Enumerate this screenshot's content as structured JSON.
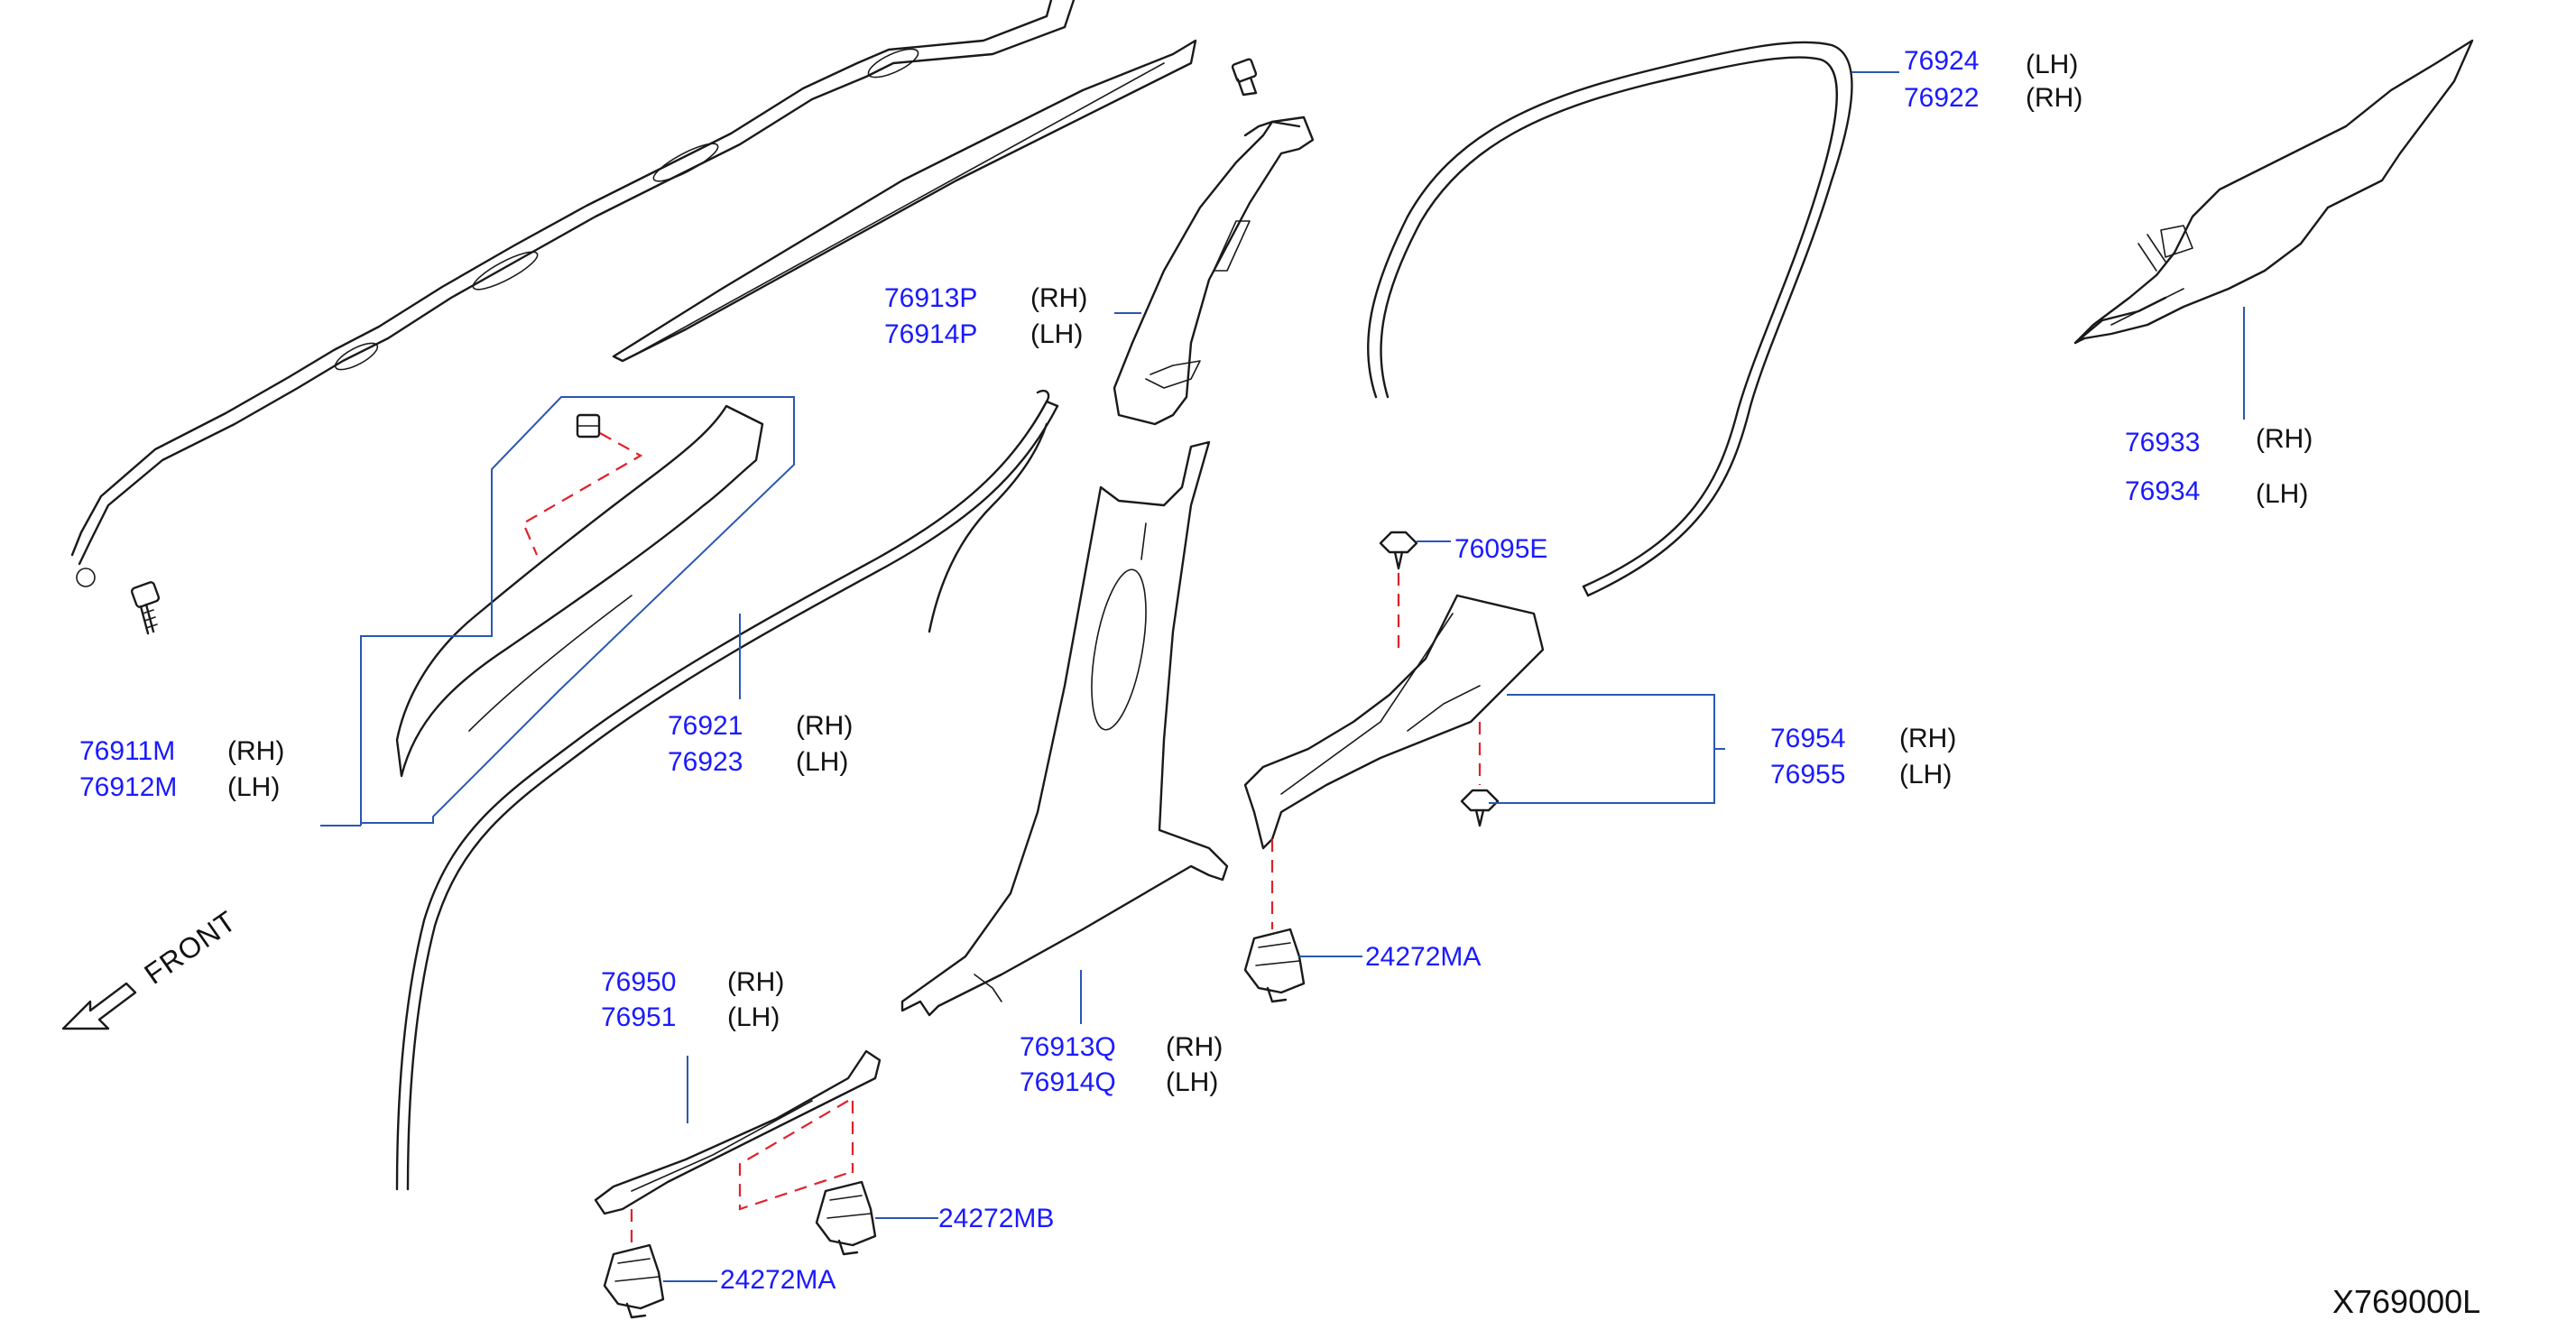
{
  "diagram_id": "X769000L",
  "front_label": "FRONT",
  "callouts": [
    {
      "key": "c1",
      "parts": [
        {
          "number": "76924",
          "side": "(LH)"
        },
        {
          "number": "76922",
          "side": "(RH)"
        }
      ]
    },
    {
      "key": "c2",
      "parts": [
        {
          "number": "76913P",
          "side": "(RH)"
        },
        {
          "number": "76914P",
          "side": "(LH)"
        }
      ]
    },
    {
      "key": "c3",
      "parts": [
        {
          "number": "76933",
          "side": "(RH)"
        },
        {
          "number": "76934",
          "side": "(LH)"
        }
      ]
    },
    {
      "key": "c4",
      "parts": [
        {
          "number": "76095E",
          "side": ""
        }
      ]
    },
    {
      "key": "c5",
      "parts": [
        {
          "number": "76921",
          "side": "(RH)"
        },
        {
          "number": "76923",
          "side": "(LH)"
        }
      ]
    },
    {
      "key": "c6",
      "parts": [
        {
          "number": "76911M",
          "side": "(RH)"
        },
        {
          "number": "76912M",
          "side": "(LH)"
        }
      ]
    },
    {
      "key": "c7",
      "parts": [
        {
          "number": "76954",
          "side": "(RH)"
        },
        {
          "number": "76955",
          "side": "(LH)"
        }
      ]
    },
    {
      "key": "c8",
      "parts": [
        {
          "number": "24272MA",
          "side": ""
        }
      ]
    },
    {
      "key": "c9",
      "parts": [
        {
          "number": "76950",
          "side": "(RH)"
        },
        {
          "number": "76951",
          "side": "(LH)"
        }
      ]
    },
    {
      "key": "c10",
      "parts": [
        {
          "number": "76913Q",
          "side": "(RH)"
        },
        {
          "number": "76914Q",
          "side": "(LH)"
        }
      ]
    },
    {
      "key": "c11",
      "parts": [
        {
          "number": "24272MB",
          "side": ""
        }
      ]
    },
    {
      "key": "c12",
      "parts": [
        {
          "number": "24272MA",
          "side": ""
        }
      ]
    }
  ],
  "colors": {
    "part_number": "#1a1aff",
    "leader_line": "#2a57b3",
    "fastener_dash": "#e0212a",
    "outline": "#1a1a1a"
  }
}
